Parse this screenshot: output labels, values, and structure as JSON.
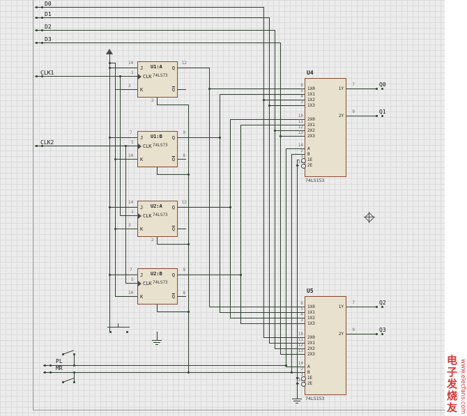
{
  "colors": {
    "wire": "#2d3e2d",
    "component_fill": "#e8e1cd",
    "component_border": "#8a4a32",
    "watermark_red": "#e03030"
  },
  "inputs": [
    "D0",
    "D1",
    "D2",
    "D3"
  ],
  "clocks": [
    "CLK1",
    "CLK2"
  ],
  "controls": [
    "PL",
    "MR"
  ],
  "outputs": [
    "Q0",
    "Q1",
    "Q2",
    "Q3"
  ],
  "pin_labels": {
    "j": "J",
    "clk": "CLK",
    "k": "K",
    "q": "Q"
  },
  "flipflops": [
    {
      "ref": "U1:A",
      "part": "74LS73",
      "pins": {
        "j": "14",
        "clk": "1",
        "k": "3",
        "q": "12",
        "qbar": "",
        "r": "2"
      }
    },
    {
      "ref": "U1:B",
      "part": "74LS73",
      "pins": {
        "j": "7",
        "clk": "5",
        "k": "10",
        "q": "9",
        "qbar": "8",
        "r": ""
      }
    },
    {
      "ref": "U2:A",
      "part": "74LS73",
      "pins": {
        "j": "14",
        "clk": "1",
        "k": "3",
        "q": "12",
        "qbar": "",
        "r": "2"
      }
    },
    {
      "ref": "U2:B",
      "part": "74LS73",
      "pins": {
        "j": "7",
        "clk": "5",
        "k": "10",
        "q": "9",
        "qbar": "8",
        "r": ""
      }
    }
  ],
  "muxes": [
    {
      "ref": "U4",
      "part": "74LS153",
      "left_pins": [
        {
          "num": "6",
          "label": "1X0"
        },
        {
          "num": "5",
          "label": "1X1"
        },
        {
          "num": "4",
          "label": "1X2"
        },
        {
          "num": "3",
          "label": "1X3"
        },
        {
          "num": "10",
          "label": "2X0"
        },
        {
          "num": "11",
          "label": "2X1"
        },
        {
          "num": "12",
          "label": "2X2"
        },
        {
          "num": "13",
          "label": "2X3"
        },
        {
          "num": "14",
          "label": "A"
        },
        {
          "num": "2",
          "label": "B"
        },
        {
          "num": "1",
          "label": "1E"
        },
        {
          "num": "15",
          "label": "2E"
        }
      ],
      "right_pins": [
        {
          "num": "7",
          "label": "1Y"
        },
        {
          "num": "9",
          "label": "2Y"
        }
      ]
    },
    {
      "ref": "U5",
      "part": "74LS153",
      "left_pins": [
        {
          "num": "6",
          "label": "1X0"
        },
        {
          "num": "5",
          "label": "1X1"
        },
        {
          "num": "4",
          "label": "1X2"
        },
        {
          "num": "3",
          "label": "1X3"
        },
        {
          "num": "10",
          "label": "2X0"
        },
        {
          "num": "11",
          "label": "2X1"
        },
        {
          "num": "12",
          "label": "2X2"
        },
        {
          "num": "13",
          "label": "2X3"
        },
        {
          "num": "14",
          "label": "A"
        },
        {
          "num": "2",
          "label": "B"
        },
        {
          "num": "1",
          "label": "1E"
        },
        {
          "num": "15",
          "label": "2E"
        }
      ],
      "right_pins": [
        {
          "num": "7",
          "label": "1Y"
        },
        {
          "num": "9",
          "label": "2Y"
        }
      ]
    }
  ],
  "watermark": {
    "title": "电子发烧友",
    "url": "www.elecfans.com"
  }
}
